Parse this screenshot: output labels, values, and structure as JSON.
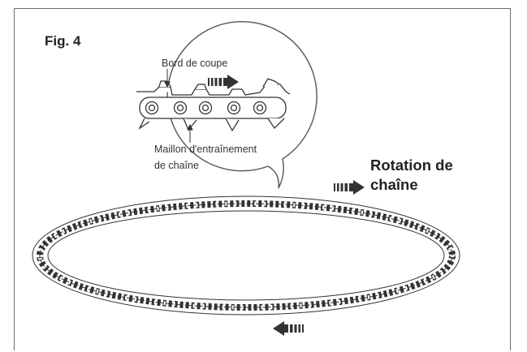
{
  "figure": {
    "title": "Fig. 4"
  },
  "labels": {
    "cutting_edge": "Bord de coupe",
    "drive_link_line1": "Maillon d'entraînement",
    "drive_link_line2": "de chaîne",
    "rotation_line1": "Rotation de",
    "rotation_line2": "chaîne"
  },
  "icons": [
    "arrow-right-icon",
    "arrow-right-icon",
    "arrow-left-icon"
  ],
  "colors": {
    "ink": "#333333",
    "chain_fill": "#ffffff",
    "frame": "#6d6d6d"
  }
}
